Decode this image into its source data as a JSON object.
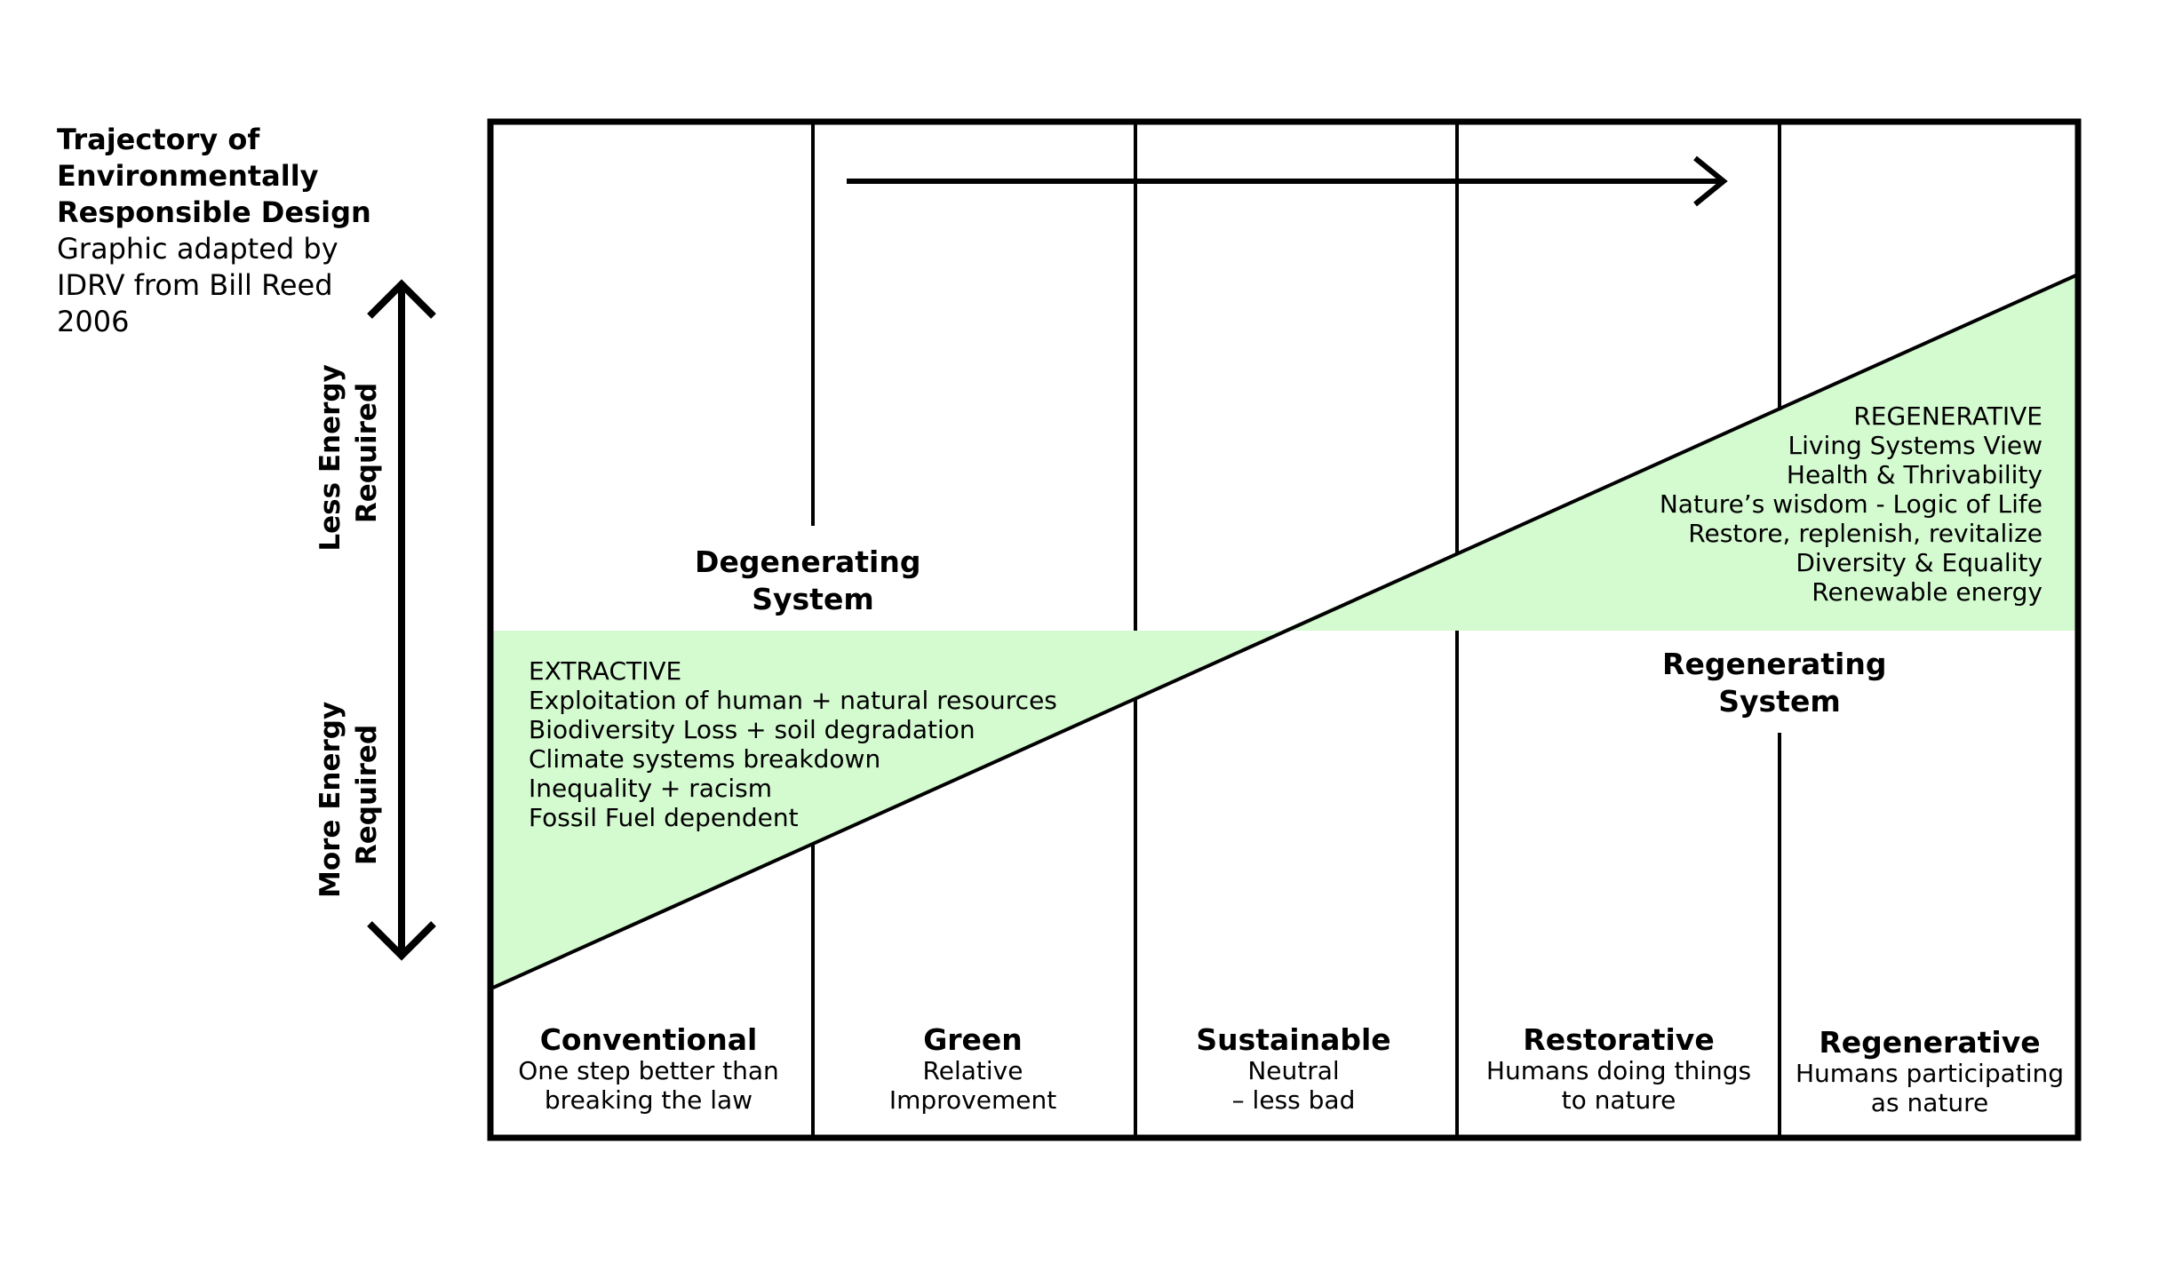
{
  "caption": {
    "title_lines": [
      "Trajectory of",
      "Environmentally",
      "Responsible Design"
    ],
    "subtitle_lines": [
      "Graphic adapted by",
      "IDRV from Bill Reed",
      "2006"
    ]
  },
  "axis": {
    "top_label_lines": [
      "Less Energy",
      "Required"
    ],
    "bottom_label_lines": [
      "More Energy",
      "Required"
    ]
  },
  "degenerating_system": [
    "Degenerating",
    "System"
  ],
  "regenerating_system": [
    "Regenerating",
    "System"
  ],
  "extractive_zone": {
    "heading": "EXTRACTIVE",
    "items": [
      "Exploitation of human + natural resources",
      "Biodiversity Loss + soil degradation",
      "Climate systems breakdown",
      "Inequality + racism",
      "Fossil Fuel dependent"
    ]
  },
  "regenerative_zone": {
    "heading": "REGENERATIVE",
    "items": [
      "Living Systems View",
      "Health & Thrivability",
      "Nature’s wisdom - Logic of Life",
      "Restore, replenish, revitalize",
      "Diversity & Equality",
      "Renewable energy"
    ]
  },
  "columns": [
    {
      "title": "Conventional",
      "lines": [
        "One step better than",
        "breaking the law"
      ]
    },
    {
      "title": "Green",
      "lines": [
        "Relative",
        "Improvement"
      ]
    },
    {
      "title": "Sustainable",
      "lines": [
        "Neutral",
        "– less bad"
      ]
    },
    {
      "title": "Restorative",
      "lines": [
        "Humans doing things",
        "to nature"
      ]
    },
    {
      "title": "Regenerative",
      "lines": [
        "Humans participating",
        "as nature"
      ]
    }
  ],
  "colors": {
    "zone_fill": "#d4fad0",
    "line": "#000000"
  }
}
